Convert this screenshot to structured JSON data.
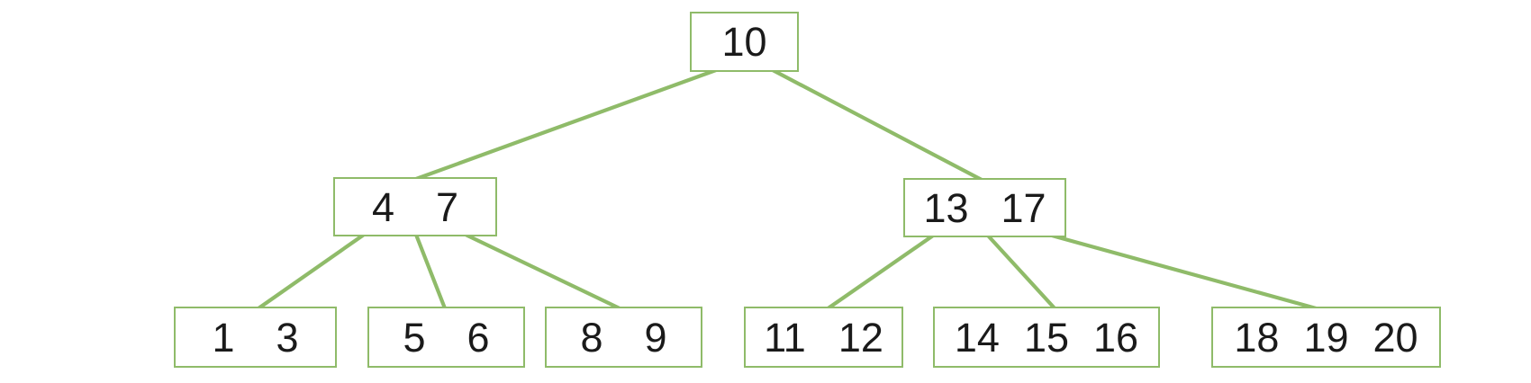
{
  "diagram": {
    "type": "b-tree",
    "accent_color": "#8fbb69",
    "text_color": "#1a1a1a",
    "background_color": "#ffffff",
    "levels": 3,
    "nodes": [
      {
        "id": "node-10",
        "level": 0,
        "keys": [
          "10"
        ]
      },
      {
        "id": "node-4-7",
        "level": 1,
        "keys": [
          "4",
          "7"
        ]
      },
      {
        "id": "node-13-17",
        "level": 1,
        "keys": [
          "13",
          "17"
        ]
      },
      {
        "id": "node-1-3",
        "level": 2,
        "keys": [
          "1",
          "3"
        ]
      },
      {
        "id": "node-5-6",
        "level": 2,
        "keys": [
          "5",
          "6"
        ]
      },
      {
        "id": "node-8-9",
        "level": 2,
        "keys": [
          "8",
          "9"
        ]
      },
      {
        "id": "node-11-12",
        "level": 2,
        "keys": [
          "11",
          "12"
        ]
      },
      {
        "id": "node-14-15-16",
        "level": 2,
        "keys": [
          "14",
          "15",
          "16"
        ]
      },
      {
        "id": "node-18-19-20",
        "level": 2,
        "keys": [
          "18",
          "19",
          "20"
        ]
      }
    ],
    "edges": [
      {
        "from": "node-10",
        "to": "node-4-7"
      },
      {
        "from": "node-10",
        "to": "node-13-17"
      },
      {
        "from": "node-4-7",
        "to": "node-1-3"
      },
      {
        "from": "node-4-7",
        "to": "node-5-6"
      },
      {
        "from": "node-4-7",
        "to": "node-8-9"
      },
      {
        "from": "node-13-17",
        "to": "node-11-12"
      },
      {
        "from": "node-13-17",
        "to": "node-14-15-16"
      },
      {
        "from": "node-13-17",
        "to": "node-18-19-20"
      }
    ]
  }
}
